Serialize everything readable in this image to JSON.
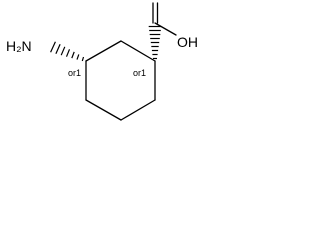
{
  "molecule": {
    "labels": {
      "amine": "H₂N",
      "hydroxyl": "OH",
      "stereo_left": "or1",
      "stereo_right": "or1"
    },
    "colors": {
      "bond": "#000000",
      "background": "#ffffff"
    }
  }
}
